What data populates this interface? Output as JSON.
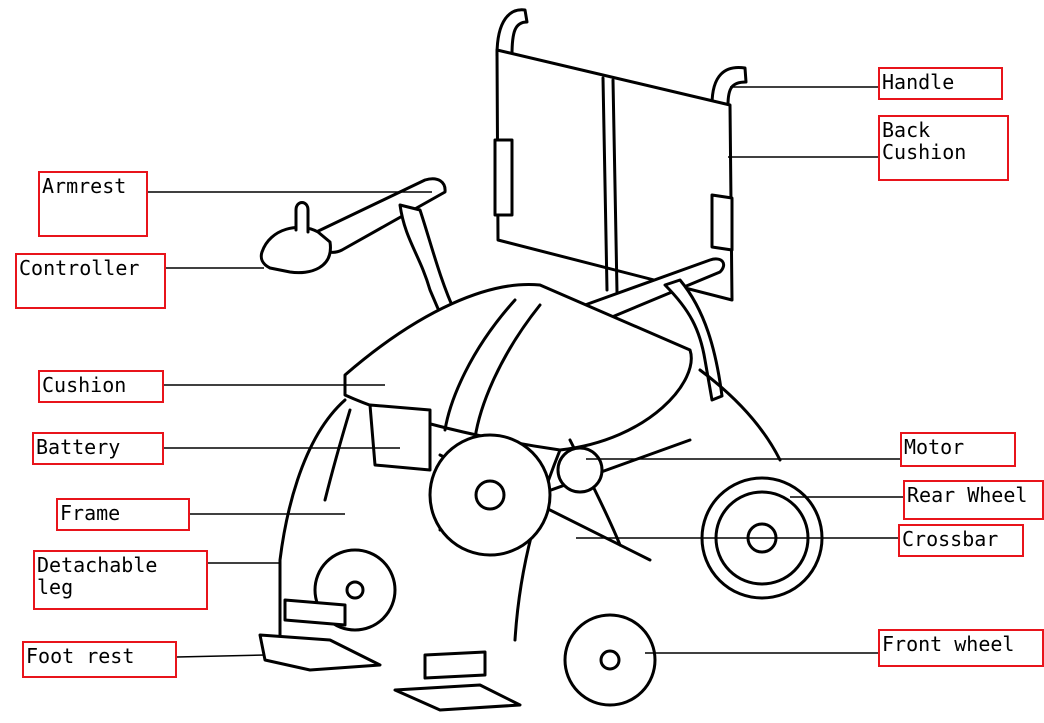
{
  "diagram": {
    "labels": {
      "handle": "Handle",
      "back_cushion": "Back\nCushion",
      "armrest": "Armrest",
      "controller": "Controller",
      "cushion": "Cushion",
      "battery": "Battery",
      "frame": "Frame",
      "detachable_leg": "Detachable\nleg",
      "foot_rest": "Foot rest",
      "motor": "Motor",
      "rear_wheel": "Rear Wheel",
      "crossbar": "Crossbar",
      "front_wheel": "Front wheel"
    },
    "colors": {
      "label_border": "#e8141b",
      "line": "#000000",
      "text": "#000000"
    }
  }
}
